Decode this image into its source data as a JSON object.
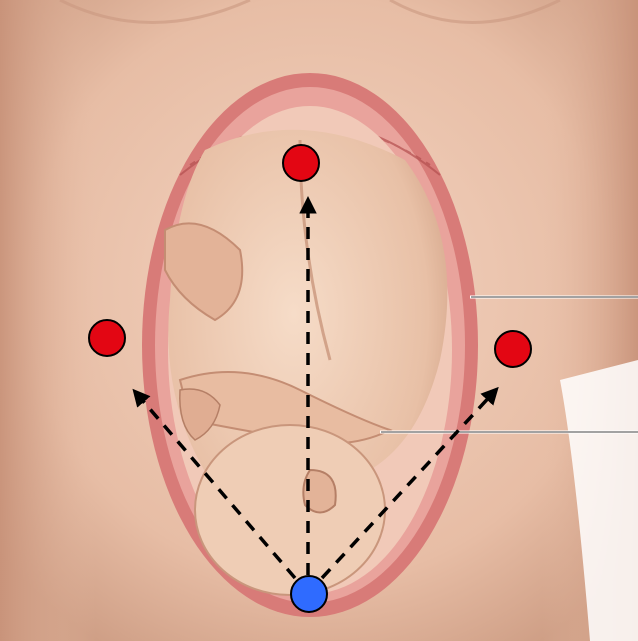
{
  "scene": {
    "subject": "anatomical-illustration-fetus-in-utero",
    "background_color": "#ffffff",
    "skin_color": "#e9c2ab",
    "uterus_wall_color": "#c85b5b",
    "fetus_color": "#f0cdb2"
  },
  "markers": {
    "target_color": "#e30613",
    "origin_color": "#2f6bff",
    "arrow_color": "#000000",
    "targets": [
      {
        "name": "top-target"
      },
      {
        "name": "left-target"
      },
      {
        "name": "right-target"
      }
    ],
    "origin": {
      "name": "bottom-origin"
    }
  },
  "annotation_lines": [
    {
      "name": "upper-leader-line"
    },
    {
      "name": "lower-leader-line"
    }
  ]
}
